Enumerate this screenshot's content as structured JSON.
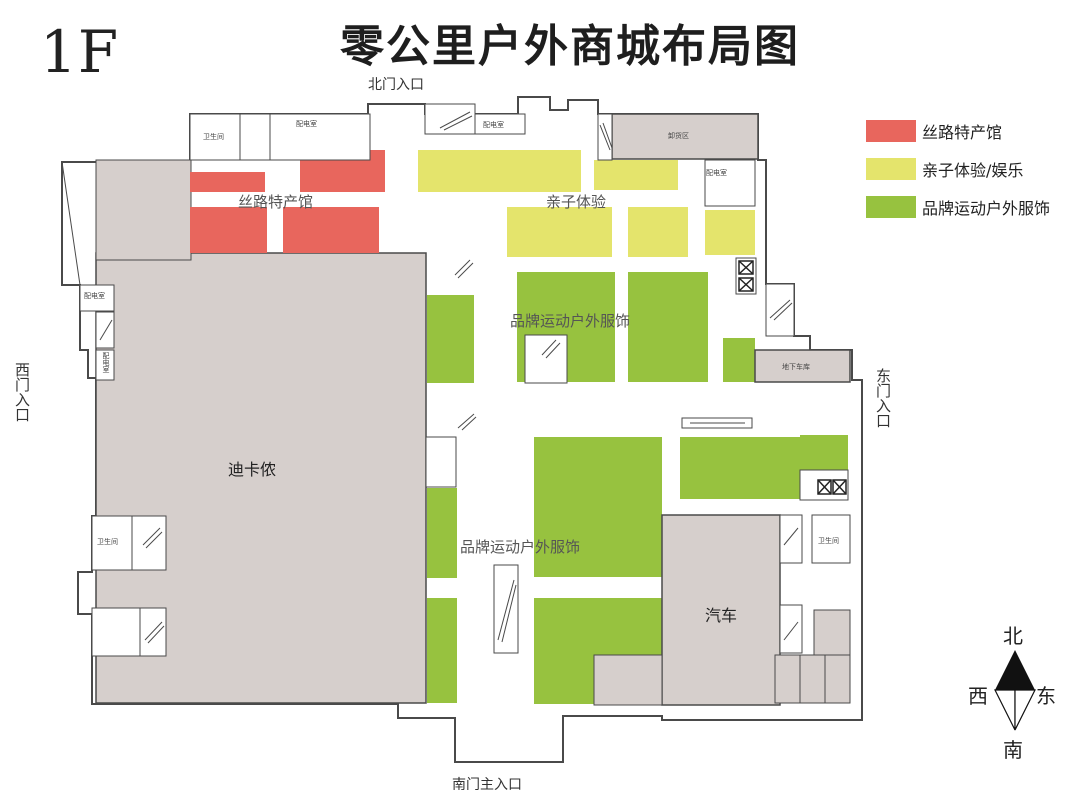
{
  "floor": "1F",
  "title": "零公里户外商城布局图",
  "colors": {
    "silk_road": "#e8665d",
    "family": "#e4e46c",
    "sports": "#97c23f",
    "anchor": "#d6cfcc",
    "corridor": "#ffffff",
    "outline": "#4a4a4a"
  },
  "legend": [
    {
      "label": "丝路特产馆",
      "color": "#e8665d"
    },
    {
      "label": "亲子体验/娱乐",
      "color": "#e4e46c"
    },
    {
      "label": "品牌运动户外服饰",
      "color": "#97c23f"
    }
  ],
  "entrances": {
    "north": "北门入口",
    "west": "西门入口",
    "east": "东门入口",
    "south": "南门主入口"
  },
  "zones": {
    "silk_road": "丝路特产馆",
    "family": "亲子体验",
    "sports_north": "品牌运动户外服饰",
    "sports_south": "品牌运动户外服饰",
    "decathlon": "迪卡侬",
    "auto": "汽车"
  },
  "rooms": {
    "restroom": "卫生间",
    "power_room": "配电室",
    "power_room_vertical": "配电室",
    "unloading": "卸货区",
    "garage": "地下车库"
  },
  "compass": {
    "north": "北",
    "south": "南",
    "east": "东",
    "west": "西"
  }
}
